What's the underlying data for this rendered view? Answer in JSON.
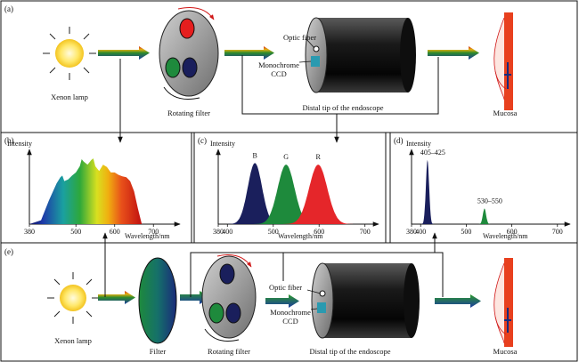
{
  "panels": {
    "a": "(a)",
    "b": "(b)",
    "c": "(c)",
    "d": "(d)",
    "e": "(e)"
  },
  "labels": {
    "xenon_lamp": "Xenon lamp",
    "rotating_filter": "Rotating filter",
    "optic_fiber": "Optic fiber",
    "monochrome": "Monochrome",
    "ccd": "CCD",
    "distal_tip": "Distal tip of the endoscope",
    "mucosa": "Mucosa",
    "filter": "Filter"
  },
  "chart_data": [
    {
      "panel": "b",
      "type": "area",
      "ylabel": "Intensity",
      "xlabel": "Wavelength/nm",
      "xlim": [
        380,
        750
      ],
      "x_ticks": [
        380,
        500,
        600,
        700
      ],
      "curve": {
        "x": [
          380,
          410,
          430,
          450,
          460,
          465,
          470,
          480,
          490,
          500,
          510,
          515,
          520,
          530,
          540,
          545,
          550,
          560,
          570,
          580,
          590,
          600,
          610,
          620,
          630,
          640,
          650,
          660,
          670
        ],
        "y": [
          0.0,
          0.05,
          0.3,
          0.52,
          0.6,
          0.62,
          0.55,
          0.57,
          0.62,
          0.66,
          0.74,
          0.83,
          0.8,
          0.76,
          0.82,
          0.84,
          0.74,
          0.68,
          0.76,
          0.73,
          0.66,
          0.66,
          0.63,
          0.61,
          0.6,
          0.55,
          0.42,
          0.2,
          0.0
        ]
      }
    },
    {
      "panel": "c",
      "type": "area",
      "ylabel": "Intensity",
      "xlabel": "Wavelength/nm",
      "xlim": [
        380,
        720
      ],
      "x_ticks": [
        380,
        400,
        500,
        600,
        700
      ],
      "series": [
        {
          "name": "B",
          "color": "#1a1f5c",
          "peak": 460,
          "width": 22,
          "height": 0.78
        },
        {
          "name": "G",
          "color": "#1e8a3c",
          "peak": 528,
          "width": 26,
          "height": 0.76
        },
        {
          "name": "R",
          "color": "#e5262a",
          "peak": 598,
          "width": 28,
          "height": 0.76
        }
      ]
    },
    {
      "panel": "d",
      "type": "area",
      "ylabel": "Intensity",
      "xlabel": "Wavelength/nm",
      "xlim": [
        380,
        720
      ],
      "x_ticks": [
        380,
        400,
        500,
        600,
        700
      ],
      "series": [
        {
          "name": "405–425",
          "color": "#1a1f5c",
          "peak": 415,
          "width": 5,
          "height": 0.82
        },
        {
          "name": "530–550",
          "color": "#1e8a3c",
          "peak": 540,
          "width": 5,
          "height": 0.2
        }
      ]
    }
  ]
}
